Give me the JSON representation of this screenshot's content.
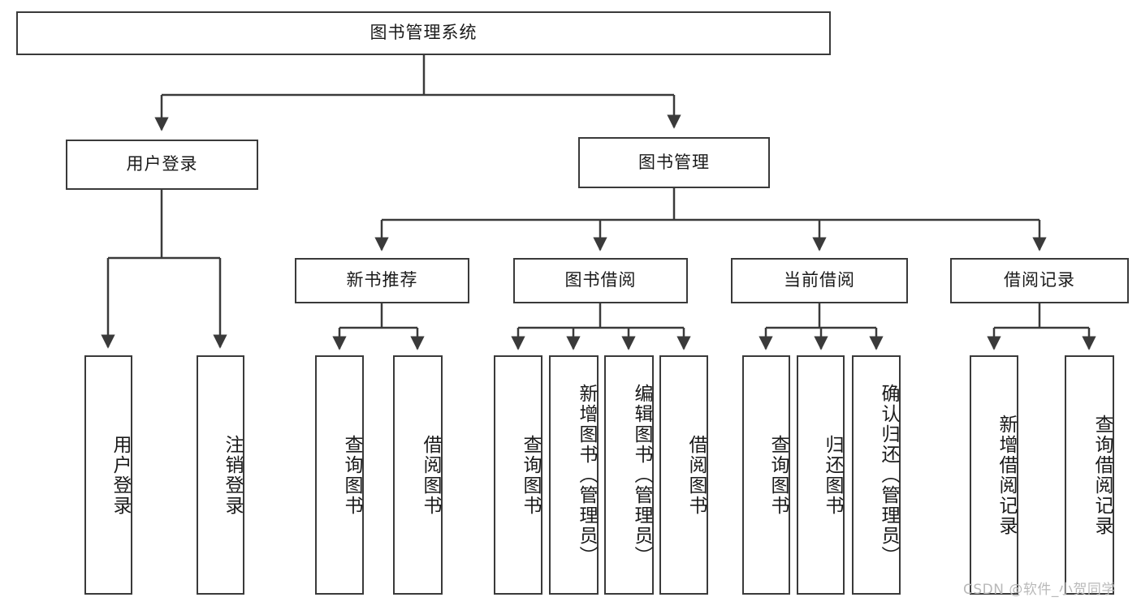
{
  "diagram": {
    "type": "tree",
    "title": "图书管理系统",
    "orientation": "top-down",
    "colors": {
      "box_border": "#3a3a3a",
      "box_fill": "#ffffff",
      "edge": "#3a3a3a",
      "text": "#1a1a1a",
      "watermark": "#b9b9b9",
      "background": "#ffffff"
    }
  },
  "watermark": {
    "text": "CSDN @软件_小贺同学"
  },
  "nodes": {
    "root": {
      "label": "图书管理系统",
      "level": 1
    },
    "user_login": {
      "label": "用户登录",
      "level": 2
    },
    "book_manage": {
      "label": "图书管理",
      "level": 2
    },
    "new_book_rec": {
      "label": "新书推荐",
      "level": 3
    },
    "book_borrow": {
      "label": "图书借阅",
      "level": 3
    },
    "current_borrow": {
      "label": "当前借阅",
      "level": 3
    },
    "borrow_record": {
      "label": "借阅记录",
      "level": 3
    },
    "leaf_user_login": {
      "label": "用户登录",
      "level": 3
    },
    "leaf_logout": {
      "label": "注销登录",
      "level": 3
    },
    "leaf_query_book_a": {
      "label": "查询图书",
      "level": 4
    },
    "leaf_borrow_book_a": {
      "label": "借阅图书",
      "level": 4
    },
    "leaf_query_book_b": {
      "label": "查询图书",
      "level": 4
    },
    "leaf_add_book": {
      "label": "新增图书（管理员）",
      "level": 4
    },
    "leaf_edit_book": {
      "label": "编辑图书（管理员）",
      "level": 4
    },
    "leaf_borrow_book_b": {
      "label": "借阅图书",
      "level": 4
    },
    "leaf_query_book_c": {
      "label": "查询图书",
      "level": 4
    },
    "leaf_return_book": {
      "label": "归还图书",
      "level": 4
    },
    "leaf_confirm_return": {
      "label": "确认归还（管理员）",
      "level": 4
    },
    "leaf_add_record": {
      "label": "新增借阅记录",
      "level": 4
    },
    "leaf_query_record": {
      "label": "查询借阅记录",
      "level": 4
    }
  },
  "edges": [
    {
      "from": "root",
      "to": "user_login"
    },
    {
      "from": "root",
      "to": "book_manage"
    },
    {
      "from": "user_login",
      "to": "leaf_user_login"
    },
    {
      "from": "user_login",
      "to": "leaf_logout"
    },
    {
      "from": "book_manage",
      "to": "new_book_rec"
    },
    {
      "from": "book_manage",
      "to": "book_borrow"
    },
    {
      "from": "book_manage",
      "to": "current_borrow"
    },
    {
      "from": "book_manage",
      "to": "borrow_record"
    },
    {
      "from": "new_book_rec",
      "to": "leaf_query_book_a"
    },
    {
      "from": "new_book_rec",
      "to": "leaf_borrow_book_a"
    },
    {
      "from": "book_borrow",
      "to": "leaf_query_book_b"
    },
    {
      "from": "book_borrow",
      "to": "leaf_add_book"
    },
    {
      "from": "book_borrow",
      "to": "leaf_edit_book"
    },
    {
      "from": "book_borrow",
      "to": "leaf_borrow_book_b"
    },
    {
      "from": "current_borrow",
      "to": "leaf_query_book_c"
    },
    {
      "from": "current_borrow",
      "to": "leaf_return_book"
    },
    {
      "from": "current_borrow",
      "to": "leaf_confirm_return"
    },
    {
      "from": "borrow_record",
      "to": "leaf_add_record"
    },
    {
      "from": "borrow_record",
      "to": "leaf_query_record"
    }
  ]
}
